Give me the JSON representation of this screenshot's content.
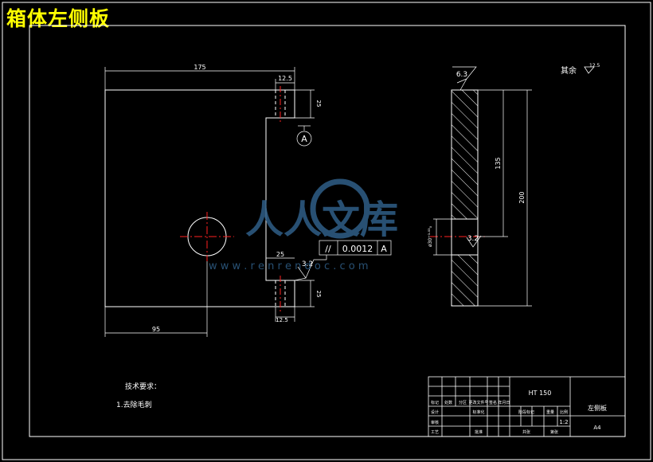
{
  "title": "箱体左侧板",
  "watermark": {
    "brand": "人人文库",
    "url": "w w w . r e n r e n d o c . c o m"
  },
  "front_view": {
    "dim_overall_width": "175",
    "dim_slot_width_top": "12.5",
    "dim_slot_height_top": "25",
    "dim_slot_depth": "25",
    "dim_slot_height_bottom": "25",
    "dim_slot_width_bottom": "12.5",
    "dim_hole_offset": "95",
    "datum": "A",
    "tolerance": {
      "symbol": "//",
      "value": "0.0012",
      "datum": "A"
    },
    "roughness": "3.2"
  },
  "side_view": {
    "roughness_top": "6.3",
    "roughness_hole": "3.2",
    "dim_height_inner": "135",
    "dim_height_total": "200",
    "dim_hole_diameter": "ø30⁺⁰·⁰³₀"
  },
  "notes": {
    "other_roughness_label": "其余",
    "other_roughness_value": "12.5",
    "tech_req_title": "技术要求：",
    "tech_req_item": "1.去除毛刺"
  },
  "title_block": {
    "material": "HT 150",
    "part_name": "左侧板",
    "scale": "1:2",
    "designation": "A4",
    "labels": [
      "标记",
      "处数",
      "分区",
      "更改文件号",
      "签名",
      "年月日",
      "设计",
      "标准化",
      "阶段标记",
      "重量",
      "比例",
      "审核",
      "工艺",
      "批准",
      "共张",
      "第张"
    ]
  },
  "colors": {
    "line": "#ffffff",
    "center": "#ff2020",
    "title": "#ffff00",
    "watermark": "#2f5f88"
  }
}
